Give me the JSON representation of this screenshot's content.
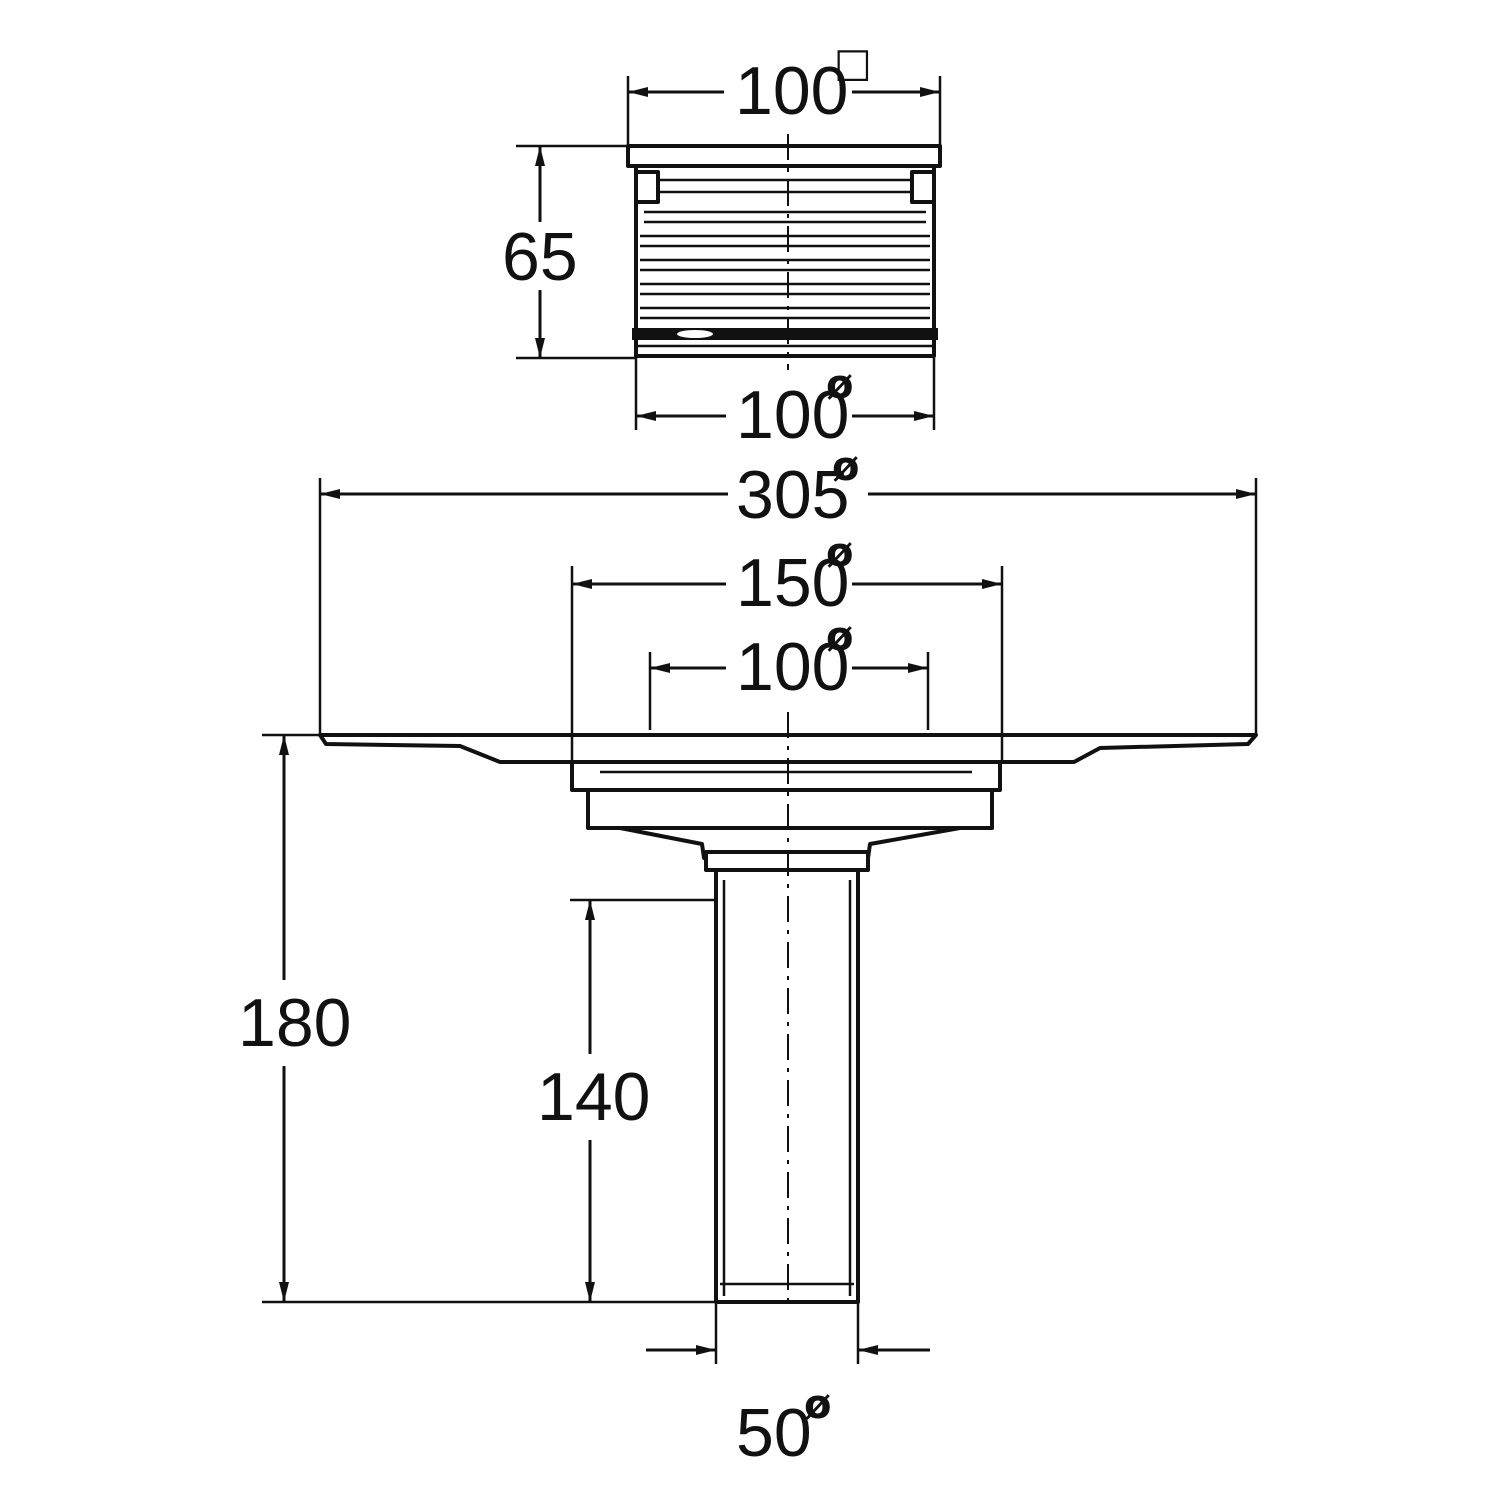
{
  "dimensions": {
    "grate_width": {
      "value": "100",
      "symbol": "□"
    },
    "grate_height": {
      "value": "65"
    },
    "grate_base_diameter": {
      "value": "100",
      "symbol": "ø"
    },
    "flange_diameter": {
      "value": "305",
      "symbol": "ø"
    },
    "body_diameter": {
      "value": "150",
      "symbol": "ø"
    },
    "inlet_diameter": {
      "value": "100",
      "symbol": "ø"
    },
    "total_height": {
      "value": "180"
    },
    "pipe_length": {
      "value": "140"
    },
    "outlet_diameter": {
      "value": "50",
      "symbol": "ø"
    }
  },
  "colors": {
    "line": "#111111",
    "background": "#ffffff"
  }
}
